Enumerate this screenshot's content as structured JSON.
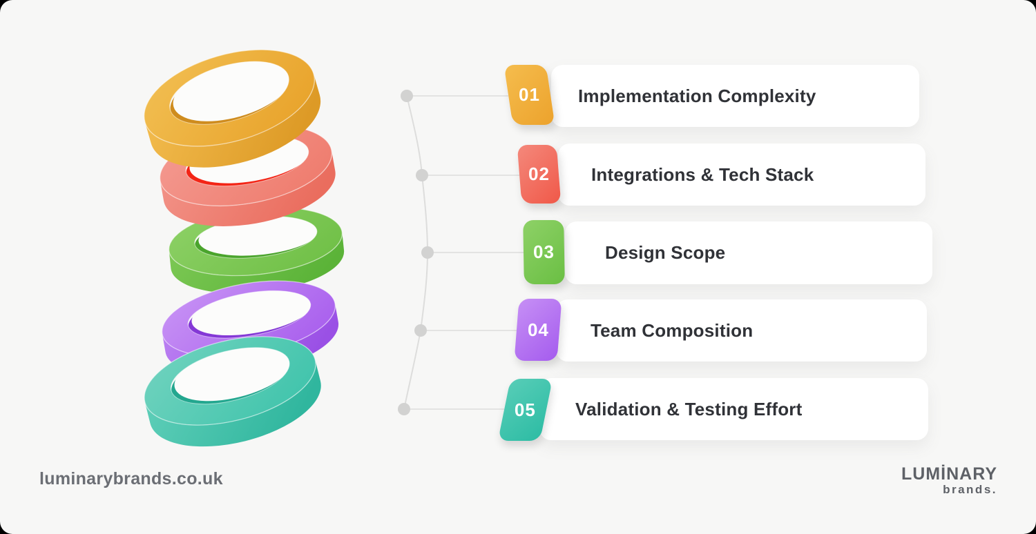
{
  "page": {
    "background": "#f7f7f6",
    "corner_color": "#000000",
    "hole_color": "#fcfcfb",
    "card_color": "#ffffff",
    "title_color": "#303237"
  },
  "items": [
    {
      "number": "01",
      "title": "Implementation Complexity",
      "badge_from": "#f5bd4e",
      "badge_to": "#eca22c"
    },
    {
      "number": "02",
      "title": "Integrations & Tech Stack",
      "badge_from": "#f4897c",
      "badge_to": "#f05848"
    },
    {
      "number": "03",
      "title": "Design Scope",
      "badge_from": "#8ed167",
      "badge_to": "#6abf43"
    },
    {
      "number": "04",
      "title": "Team Composition",
      "badge_from": "#c68ff5",
      "badge_to": "#a55cee"
    },
    {
      "number": "05",
      "title": "Validation & Testing Effort",
      "badge_from": "#57cdb7",
      "badge_to": "#2dbca4"
    }
  ],
  "rings": [
    {
      "name": "yellow",
      "top_a": "#f2c054",
      "top_b": "#e9a52e",
      "side_a": "#f2bb4d",
      "side_b": "#dd9a26",
      "wall": "#cf8c1e"
    },
    {
      "name": "coral",
      "top_a": "#f49b92",
      "top_b": "#ef7e70",
      "side_a": "#f29287",
      "side_b": "#ea6d5e",
      "wall": "#f32516"
    },
    {
      "name": "green",
      "top_a": "#8ed167",
      "top_b": "#72c149",
      "side_a": "#7cc854",
      "side_b": "#5bb338",
      "wall": "#4aa42c"
    },
    {
      "name": "purple",
      "top_a": "#c995f5",
      "top_b": "#ab63ee",
      "side_a": "#bb80f2",
      "side_b": "#9a50e5",
      "wall": "#8438d6"
    },
    {
      "name": "teal",
      "top_a": "#72d3bf",
      "top_b": "#44c5ad",
      "side_a": "#5eceb8",
      "side_b": "#30b69e",
      "wall": "#23a78f"
    }
  ],
  "connector": {
    "line_color": "#e3e3e2",
    "curve_color": "#dddddc",
    "dot_color": "#d2d2d1"
  },
  "footer": {
    "website": "luminarybrands.co.uk",
    "logo_line1": "LUMİNARY",
    "logo_line2": "brands."
  }
}
